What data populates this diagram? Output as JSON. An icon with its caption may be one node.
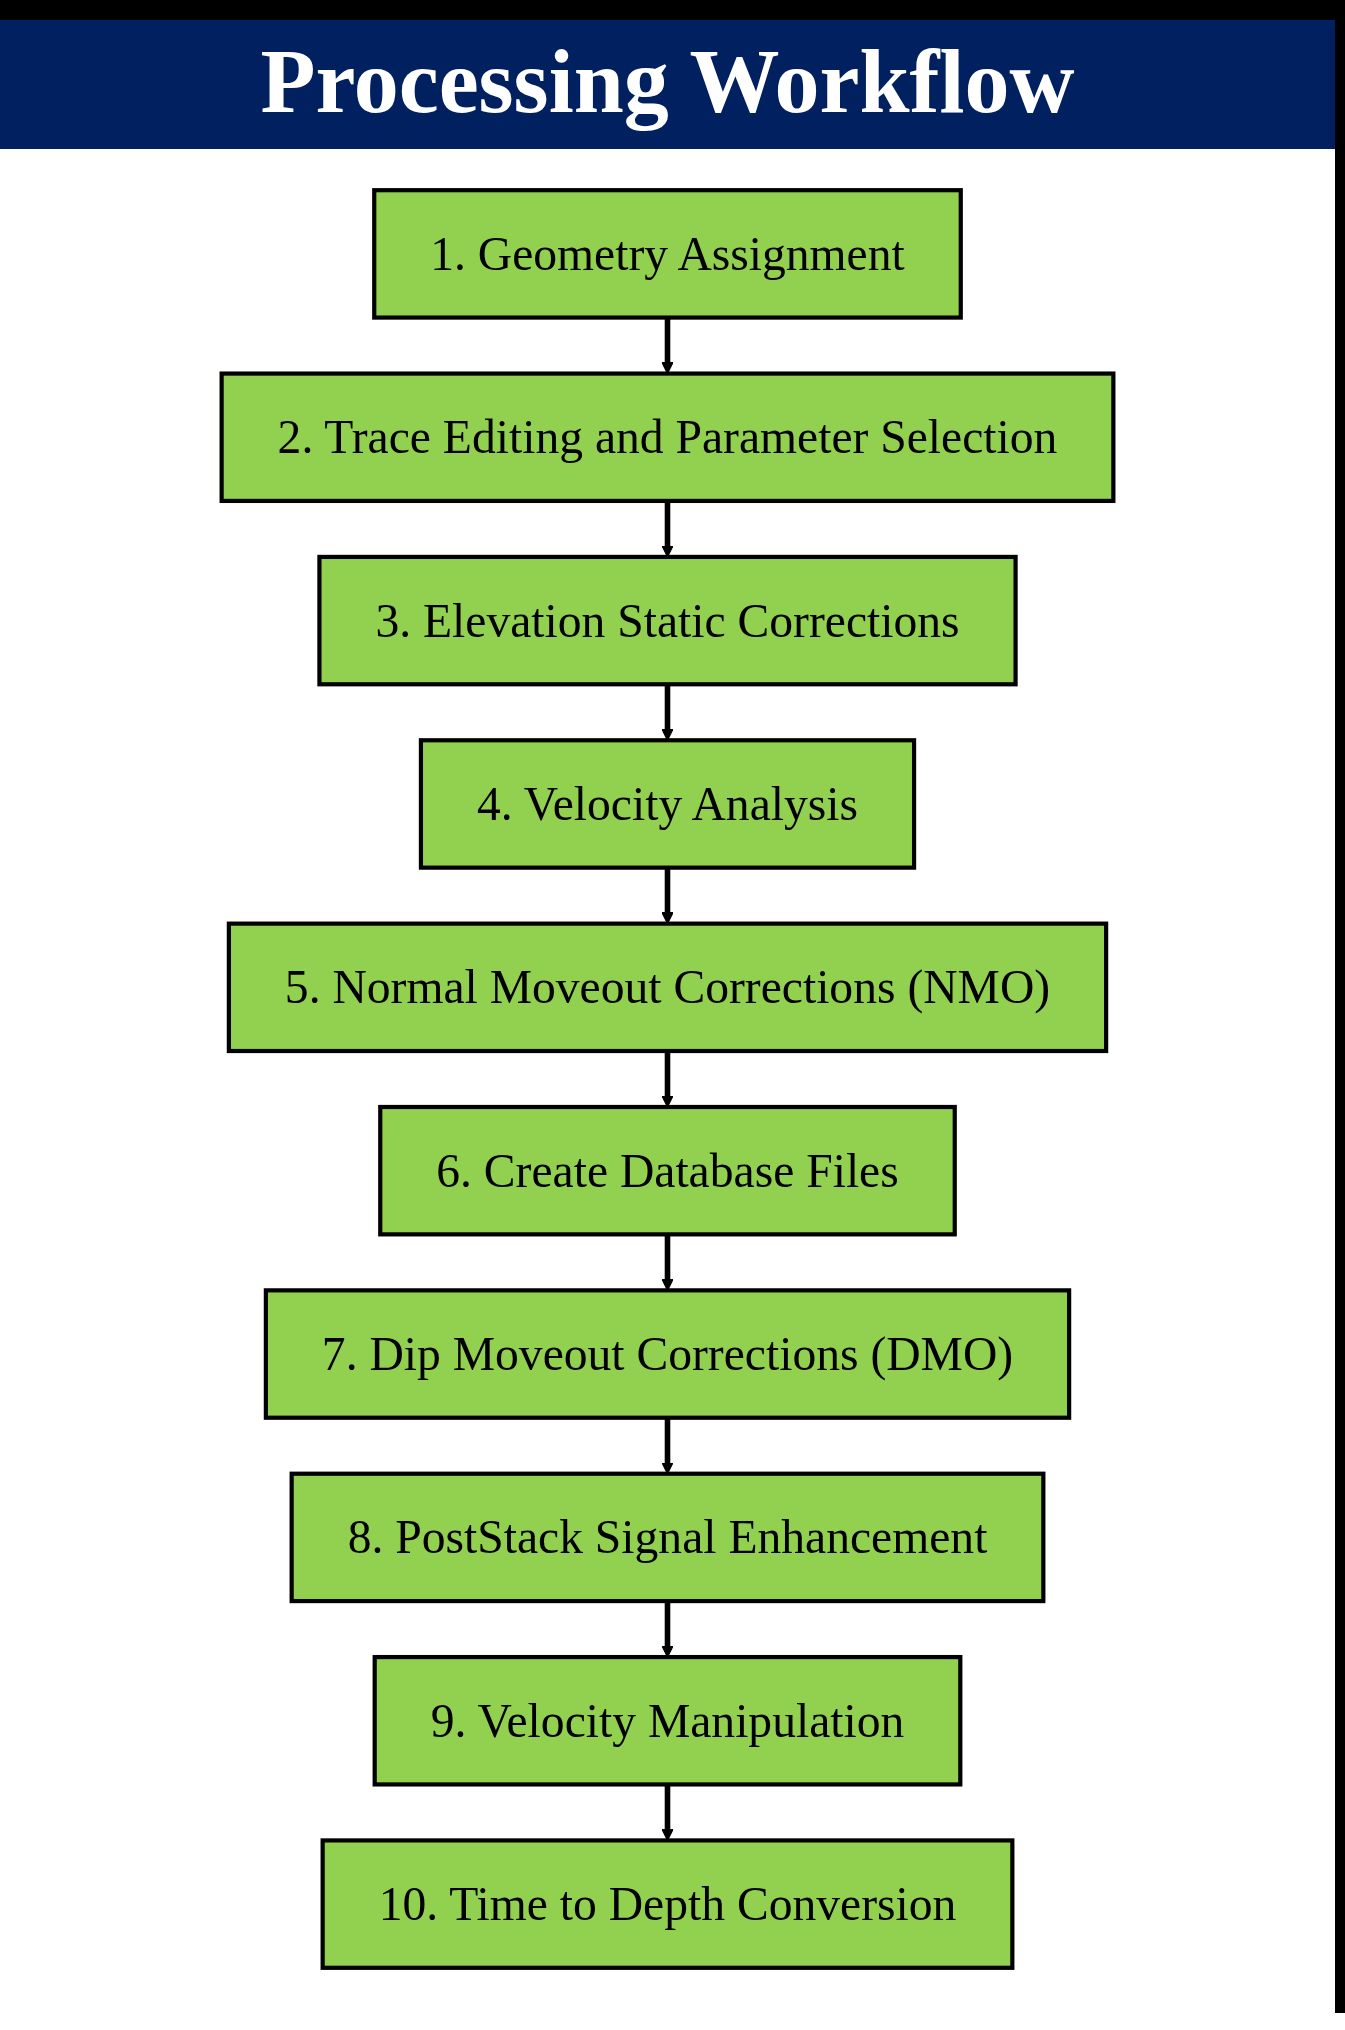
{
  "diagram": {
    "title": "Processing Workflow",
    "nodes": [
      {
        "text": [
          "1. Geometry Assignment"
        ]
      },
      {
        "text": [
          "2. Trace Editing and Parameter Selection"
        ]
      },
      {
        "text": [
          "3. Elevation Static Corrections"
        ]
      },
      {
        "text": [
          "4. Velocity Analysis"
        ]
      },
      {
        "text": [
          "5. Normal Moveout Corrections (NMO)"
        ]
      },
      {
        "text": [
          "6. Create Database Files"
        ]
      },
      {
        "text": [
          "7. Dip Moveout Corrections (DMO)"
        ]
      },
      {
        "text": [
          "8. PostStack Signal Enhancement"
        ]
      },
      {
        "text": [
          "9. Velocity Manipulation"
        ]
      },
      {
        "text": [
          "10. Time to Depth Conversion"
        ]
      }
    ],
    "edges": [
      {
        "from": 0,
        "to": 1,
        "arrow": "to"
      },
      {
        "from": 1,
        "to": 2,
        "arrow": "to"
      },
      {
        "from": 2,
        "to": 3,
        "arrow": "to"
      },
      {
        "from": 3,
        "to": 4,
        "arrow": "to"
      },
      {
        "from": 4,
        "to": 5,
        "arrow": "to"
      },
      {
        "from": 5,
        "to": 6,
        "arrow": "to"
      },
      {
        "from": 6,
        "to": 7,
        "arrow": "to"
      },
      {
        "from": 7,
        "to": 8,
        "arrow": "to"
      },
      {
        "from": 8,
        "to": 9,
        "arrow": "to"
      }
    ]
  }
}
